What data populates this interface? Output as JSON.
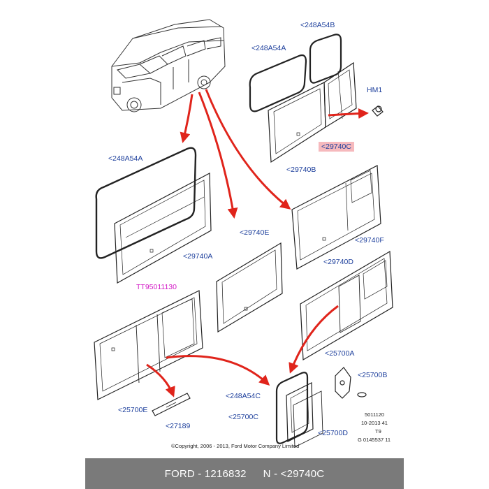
{
  "labels": {
    "l_248a54b": "<248A54B",
    "l_248a54a_top": "<248A54A",
    "l_hm1": "HM1",
    "l_29740c": "<29740C",
    "l_29740b": "<29740B",
    "l_248a54a_left": "<248A54A",
    "l_29740e": "<29740E",
    "l_29740f": "<29740F",
    "l_29740a": "<29740A",
    "l_29740d": "<29740D",
    "l_tt": "TT95011130",
    "l_25700a": "<25700A",
    "l_25700b": "<25700B",
    "l_248a54c": "<248A54C",
    "l_25700e": "<25700E",
    "l_25700c": "<25700C",
    "l_25700d": "<25700D",
    "l_27189": "<27189"
  },
  "reference": {
    "line1": "5011120",
    "line2": "10-2013 41",
    "line3": "T9",
    "line4": "G 0145537 11"
  },
  "copyright": "©Copyright, 2006 - 2013, Ford Motor Company Limited",
  "footer": {
    "brand": "FORD - 1216832",
    "part": "N - <29740C"
  },
  "colors": {
    "label_blue": "#1d3f9c",
    "arrow_red": "#e0241b",
    "highlight_pink": "#f6b9bd",
    "tt_magenta": "#d319c6",
    "footer_gray": "#7a7a7a"
  }
}
